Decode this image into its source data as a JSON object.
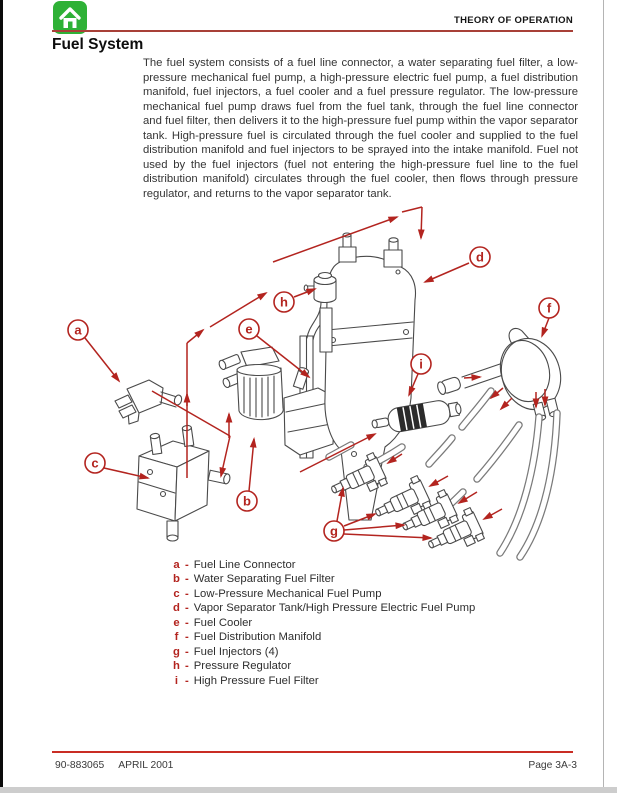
{
  "colors": {
    "accent_red": "#b3241f",
    "home_green": "#2eb136",
    "rule_top": "#a84038",
    "rule_bottom": "#c92d24"
  },
  "icons": {
    "home": "home-icon"
  },
  "header": {
    "section_label": "THEORY OF OPERATION"
  },
  "page_title": "Fuel System",
  "body_paragraph": "The fuel system consists of a fuel line connector, a water separating fuel filter, a low-pressure mechanical fuel pump, a high-pressure electric fuel pump, a fuel distribution manifold, fuel injectors, a fuel cooler and a fuel pressure regulator. The low-pressure mechanical fuel pump draws fuel from the fuel tank, through the fuel line connector and fuel filter, then delivers it to the high-pressure fuel pump within the vapor separator tank. High-pressure fuel is circulated through the fuel cooler and supplied to the fuel distribution manifold and fuel injectors to be sprayed into the intake manifold. Fuel not used by the fuel injectors (fuel not entering the high-pressure fuel line to the fuel distribution manifold) circulates through the fuel cooler, then flows through pressure regulator, and returns to the vapor separator tank.",
  "diagram": {
    "callouts": [
      {
        "letter": "a"
      },
      {
        "letter": "b"
      },
      {
        "letter": "c"
      },
      {
        "letter": "d"
      },
      {
        "letter": "e"
      },
      {
        "letter": "f"
      },
      {
        "letter": "g"
      },
      {
        "letter": "h"
      },
      {
        "letter": "i"
      }
    ]
  },
  "legend": {
    "separator": "-",
    "items": [
      {
        "letter": "a",
        "label": "Fuel Line Connector"
      },
      {
        "letter": "b",
        "label": "Water Separating Fuel Filter"
      },
      {
        "letter": "c",
        "label": "Low-Pressure Mechanical Fuel Pump"
      },
      {
        "letter": "d",
        "label": "Vapor Separator Tank/High Pressure Electric Fuel Pump"
      },
      {
        "letter": "e",
        "label": "Fuel Cooler"
      },
      {
        "letter": "f",
        "label": "Fuel Distribution Manifold"
      },
      {
        "letter": "g",
        "label": "Fuel Injectors (4)"
      },
      {
        "letter": "h",
        "label": "Pressure Regulator"
      },
      {
        "letter": "i",
        "label": "High Pressure Fuel Filter"
      }
    ]
  },
  "footer": {
    "doc_number": "90-883065",
    "date": "APRIL 2001",
    "page_label": "Page 3A-3"
  }
}
